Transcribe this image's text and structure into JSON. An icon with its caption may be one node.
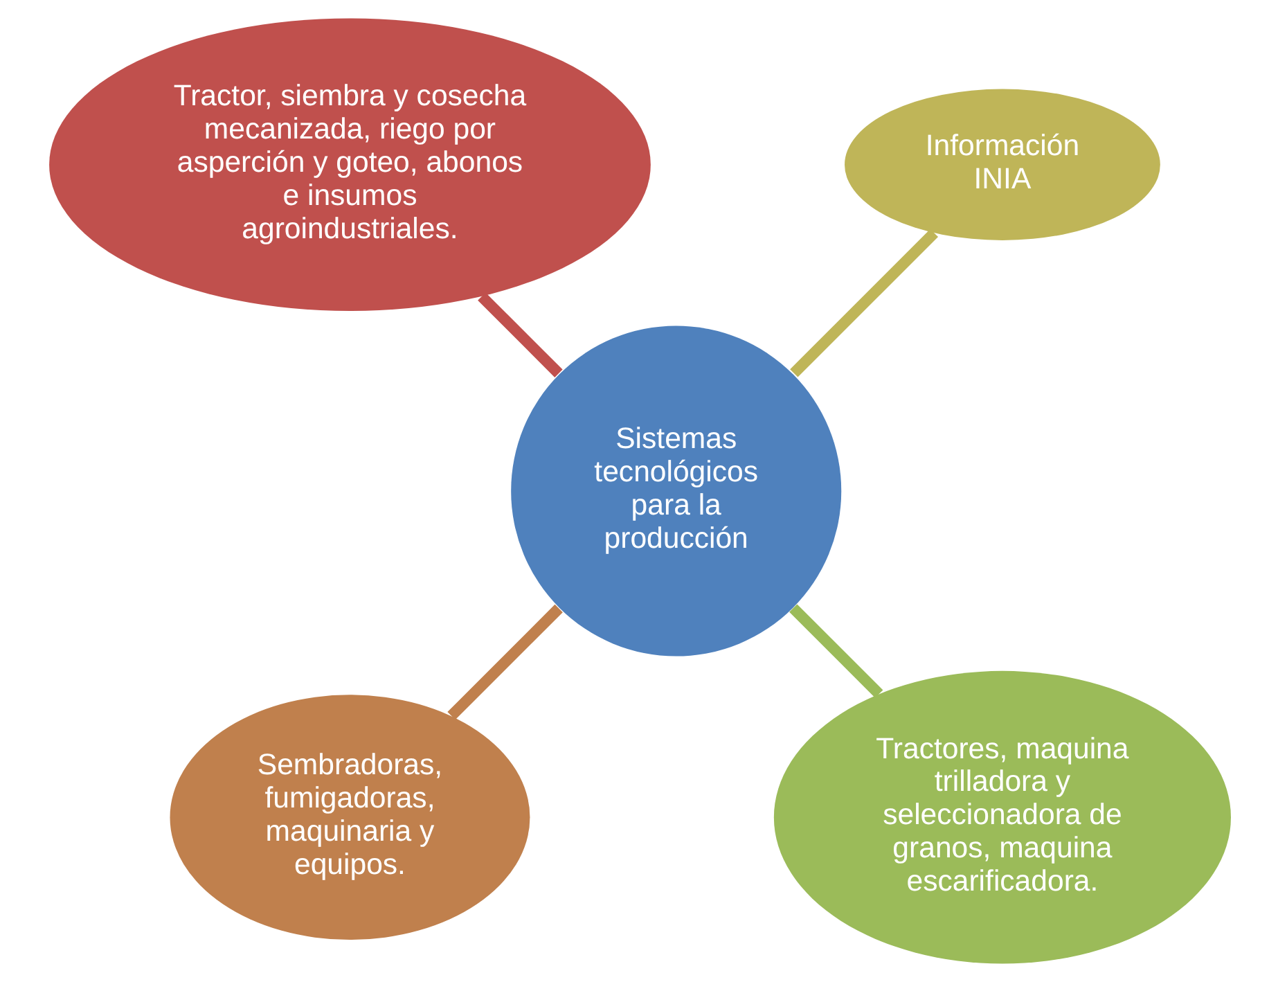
{
  "diagram": {
    "nodes": [
      {
        "text": [
          "Sistemas tecnológicos para la producción"
        ]
      },
      {
        "text": [
          "Tractor, siembra y cosecha mecanizada, riego por asperción y goteo, abonos e insumos agroindustriales."
        ]
      },
      {
        "text": [
          "Sembradoras, fumigadoras, maquinaria y equipos."
        ]
      },
      {
        "text": [
          "Información INIA"
        ]
      },
      {
        "text": [
          "Tractores, maquina trilladora y seleccionadora de granos, maquina escarificadora."
        ]
      }
    ],
    "edges": [
      {
        "from": 1,
        "to": 0,
        "arrow": "none",
        "color": "#c0504d"
      },
      {
        "from": 2,
        "to": 0,
        "arrow": "none",
        "color": "#c0804d"
      },
      {
        "from": 0,
        "to": 3,
        "arrow": "none",
        "color": "#bfb558"
      },
      {
        "from": 4,
        "to": 0,
        "arrow": "none",
        "color": "#9bbb59"
      }
    ]
  }
}
